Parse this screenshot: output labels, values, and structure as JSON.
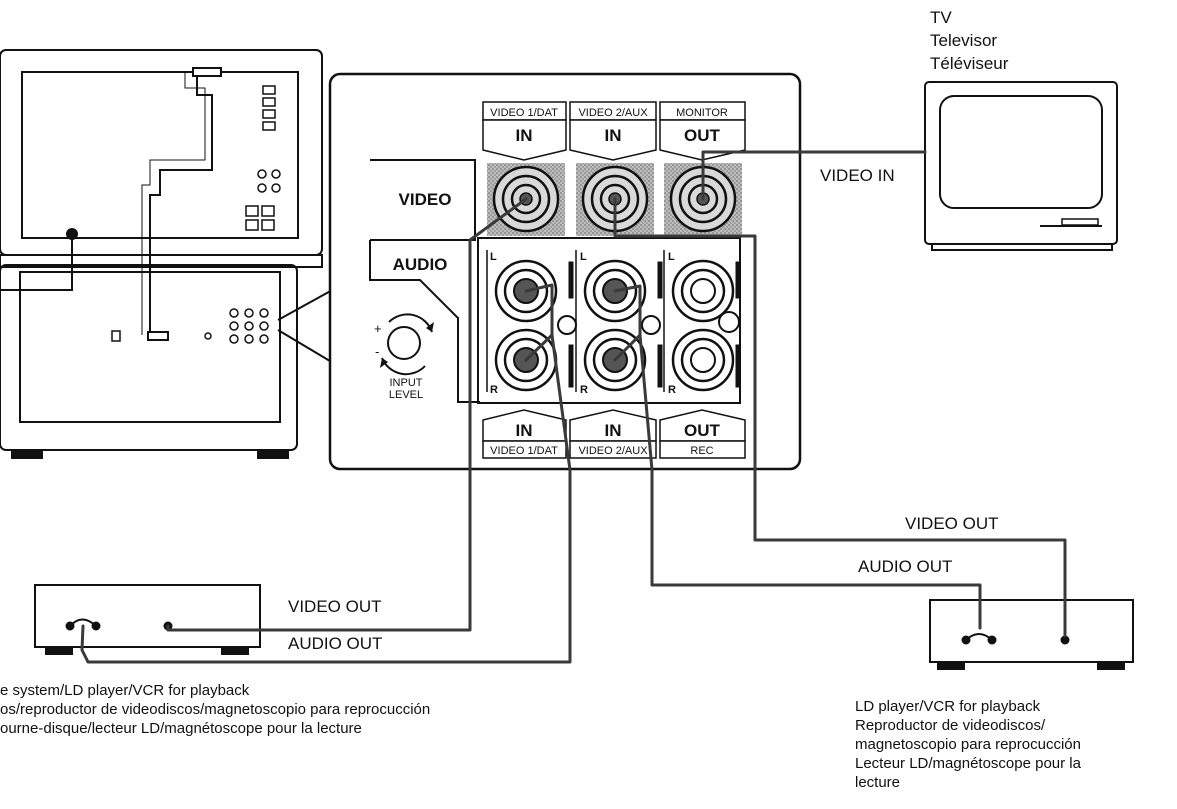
{
  "tv": {
    "label_en": "TV",
    "label_es": "Televisor",
    "label_fr": "Téléviseur",
    "video_in": "VIDEO IN"
  },
  "panel": {
    "row_video": "VIDEO",
    "row_audio": "AUDIO",
    "top_jacks": [
      {
        "source": "VIDEO 1/DAT",
        "dir": "IN"
      },
      {
        "source": "VIDEO 2/AUX",
        "dir": "IN"
      },
      {
        "source": "MONITOR",
        "dir": "OUT"
      }
    ],
    "bottom_jacks": [
      {
        "dir": "IN",
        "source": "VIDEO 1/DAT"
      },
      {
        "dir": "IN",
        "source": "VIDEO 2/AUX"
      },
      {
        "dir": "OUT",
        "source": "REC"
      }
    ],
    "channel_left": "L",
    "channel_right": "R",
    "knob_plus": "+",
    "knob_minus": "-",
    "knob_label_1": "INPUT",
    "knob_label_2": "LEVEL"
  },
  "left_device": {
    "video_out": "VIDEO OUT",
    "audio_out": "AUDIO OUT",
    "caption": [
      "e system/LD player/VCR for playback",
      "os/reproductor de videodiscos/magnetoscopio para reprocucción",
      "ourne-disque/lecteur LD/magnétoscope pour la lecture"
    ]
  },
  "right_device": {
    "video_out": "VIDEO OUT",
    "audio_out": "AUDIO OUT",
    "caption": [
      "LD player/VCR for playback",
      "Reproductor de videodiscos/",
      "magnetoscopio para reprocucción",
      "Lecteur LD/magnétoscope pour la",
      "lecture"
    ]
  }
}
